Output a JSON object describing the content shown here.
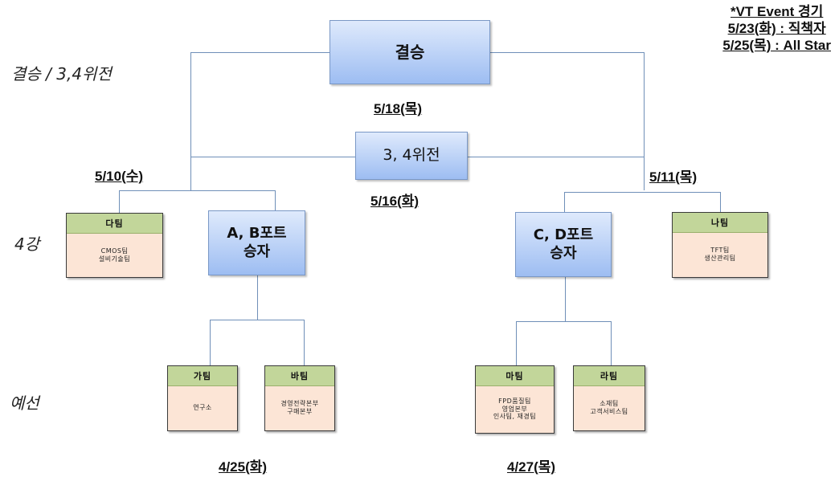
{
  "note": {
    "title": "*VT Event 경기",
    "lines": [
      "5/23(화) : 직책자",
      "5/25(목) : All Star"
    ]
  },
  "stages": {
    "final": "결승 / 3,4위전",
    "semi": "4강",
    "prelim": "예선"
  },
  "matches": {
    "final": {
      "label": "결승",
      "date": "5/18(목)"
    },
    "third_place": {
      "label": "3, 4위전",
      "date": "5/16(화)"
    },
    "semi_left_date": "5/10(수)",
    "semi_right_date": "5/11(목)",
    "ab_winner": {
      "label": "A, B포트\n승자"
    },
    "cd_winner": {
      "label": "C, D포트\n승자"
    },
    "prelim_left_date": "4/25(화)",
    "prelim_right_date": "4/27(목)"
  },
  "teams": {
    "da": {
      "name": "다팀",
      "members": "CMOS팀\n설비기술팀"
    },
    "na": {
      "name": "나팀",
      "members": "TFT팀\n생산관리팀"
    },
    "ga": {
      "name": "가팀",
      "members": "연구소"
    },
    "ba": {
      "name": "바팀",
      "members": "경영전략본부\n구매본부"
    },
    "ma": {
      "name": "마팀",
      "members": "FPD품질팀\n영업본부\n인사팀, 재경팀"
    },
    "ra": {
      "name": "라팀",
      "members": "소재팀\n고객서비스팀"
    }
  }
}
